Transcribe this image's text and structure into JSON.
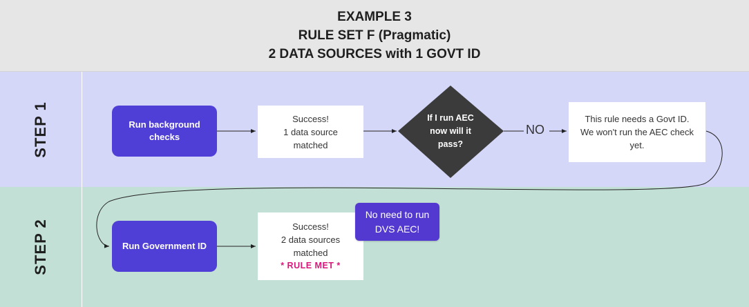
{
  "header": {
    "line1": "EXAMPLE 3",
    "line2": "RULE SET F (Pragmatic)",
    "line3": "2 DATA SOURCES with 1 GOVT ID"
  },
  "steps": [
    {
      "label": "STEP 1"
    },
    {
      "label": "STEP 2"
    }
  ],
  "nodes": {
    "run_background": {
      "line1": "Run background",
      "line2": "checks"
    },
    "success_1": {
      "line1": "Success!",
      "line2": "1 data source",
      "line3": "matched"
    },
    "decision": {
      "line1": "If I run AEC",
      "line2": "now will it",
      "line3": "pass?"
    },
    "no_label": "NO",
    "govt_needed": {
      "line1": "This rule needs a Govt ID.",
      "line2": "We won't run the AEC check",
      "line3": "yet."
    },
    "run_govt": {
      "line1": "Run Government ID"
    },
    "success_2": {
      "line1": "Success!",
      "line2": "2 data sources",
      "line3": "matched",
      "line4": "* RULE MET *"
    },
    "callout": {
      "line1": "No need to run",
      "line2": "DVS AEC!"
    }
  },
  "colors": {
    "header_bg": "#e6e6e6",
    "step1_bg": "#d5d7f8",
    "step2_bg": "#c3e0d6",
    "action_node": "#4f3fd6",
    "decision_node": "#3b3b3b",
    "rule_met": "#d6187a"
  }
}
